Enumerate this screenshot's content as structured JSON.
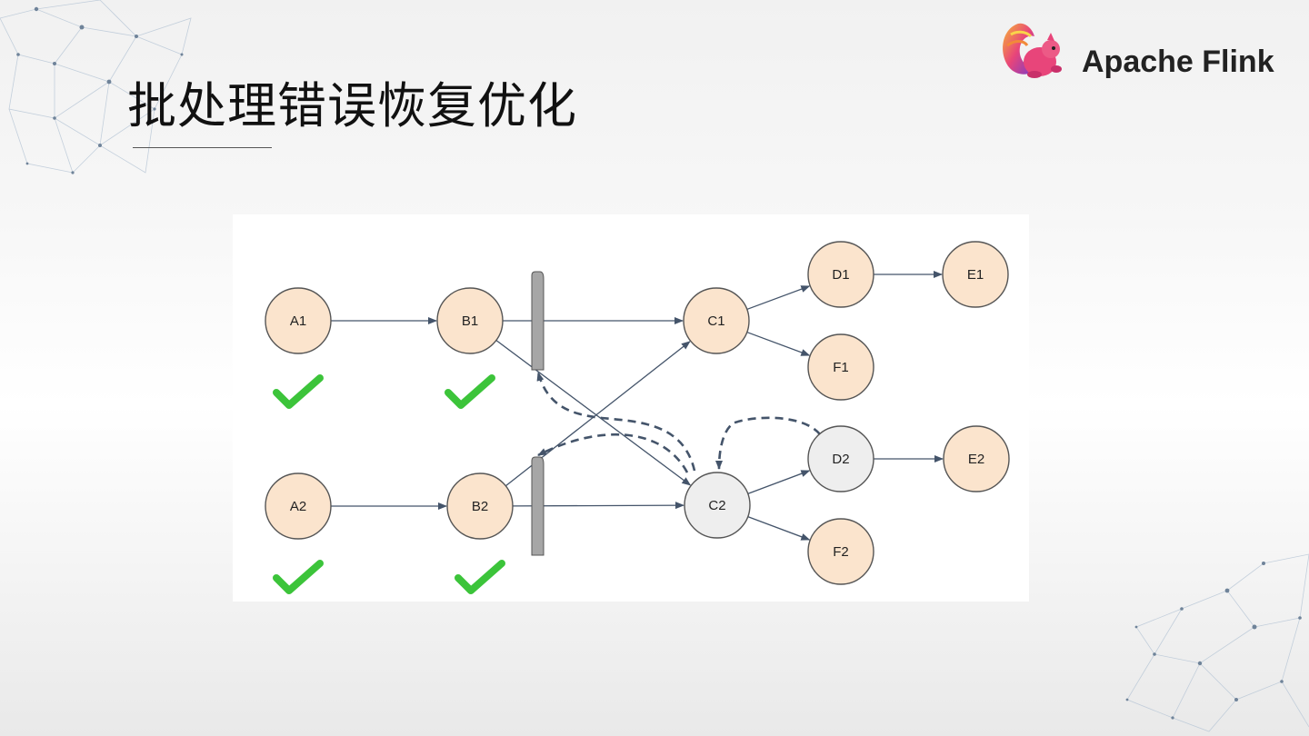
{
  "slide": {
    "title": "批处理错误恢复优化",
    "brand": "Apache Flink"
  },
  "colors": {
    "node_ok": "#fbe4cd",
    "node_failed": "#eeeeee",
    "edge": "#44546a",
    "check": "#3cc43a",
    "barrier": "#a6a6a6"
  },
  "diagram": {
    "nodes": [
      {
        "id": "A1",
        "label": "A1",
        "state": "ok"
      },
      {
        "id": "B1",
        "label": "B1",
        "state": "ok"
      },
      {
        "id": "C1",
        "label": "C1",
        "state": "ok"
      },
      {
        "id": "D1",
        "label": "D1",
        "state": "ok"
      },
      {
        "id": "E1",
        "label": "E1",
        "state": "ok"
      },
      {
        "id": "F1",
        "label": "F1",
        "state": "ok"
      },
      {
        "id": "A2",
        "label": "A2",
        "state": "ok"
      },
      {
        "id": "B2",
        "label": "B2",
        "state": "ok"
      },
      {
        "id": "C2",
        "label": "C2",
        "state": "failed"
      },
      {
        "id": "D2",
        "label": "D2",
        "state": "failed"
      },
      {
        "id": "E2",
        "label": "E2",
        "state": "ok"
      },
      {
        "id": "F2",
        "label": "F2",
        "state": "ok"
      }
    ],
    "edges": [
      {
        "from": "A1",
        "to": "B1",
        "style": "solid"
      },
      {
        "from": "B1",
        "to": "C1",
        "style": "solid"
      },
      {
        "from": "B1",
        "to": "C2",
        "style": "solid"
      },
      {
        "from": "C1",
        "to": "D1",
        "style": "solid"
      },
      {
        "from": "C1",
        "to": "F1",
        "style": "solid"
      },
      {
        "from": "D1",
        "to": "E1",
        "style": "solid"
      },
      {
        "from": "A2",
        "to": "B2",
        "style": "solid"
      },
      {
        "from": "B2",
        "to": "C2",
        "style": "solid"
      },
      {
        "from": "B2",
        "to": "C1",
        "style": "solid"
      },
      {
        "from": "C2",
        "to": "D2",
        "style": "solid"
      },
      {
        "from": "C2",
        "to": "F2",
        "style": "solid"
      },
      {
        "from": "D2",
        "to": "E2",
        "style": "solid"
      },
      {
        "from": "C2",
        "to": "B1-result",
        "style": "dashed"
      },
      {
        "from": "C2",
        "to": "B2-result",
        "style": "dashed"
      },
      {
        "from": "D2",
        "to": "C2",
        "style": "dashed"
      }
    ],
    "completed": [
      "A1",
      "B1",
      "A2",
      "B2"
    ],
    "result_partitions": [
      "B1-result",
      "B2-result"
    ]
  }
}
